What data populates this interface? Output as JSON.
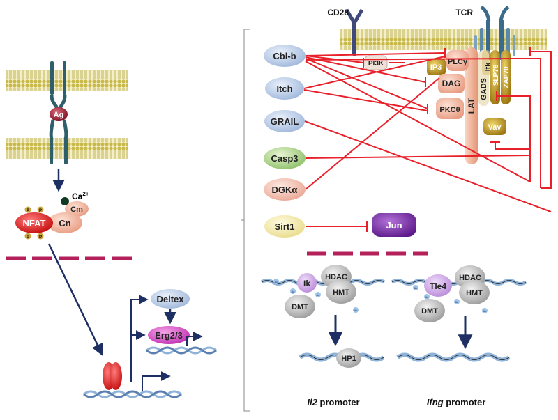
{
  "left_panel": {
    "antigen": "Ag",
    "calcium": "Ca",
    "calcium_charge": "2+",
    "calmodulin": "Cm",
    "calcineurin": "Cn",
    "nfat": "NFAT",
    "phospho": "P",
    "deltex": "Deltex",
    "erg": "Erg2/3"
  },
  "right_panel": {
    "receptors": {
      "cd28": "CD28",
      "tcr": "TCR"
    },
    "regulators": {
      "cblb": "Cbl-b",
      "itch": "Itch",
      "grail": "GRAIL",
      "casp3": "Casp3",
      "dgka": "DGKα",
      "sirt1": "Sirt1"
    },
    "signaling": {
      "pi3k": "PI3K",
      "ip3": "IP3",
      "plcg": "PLCγ",
      "dag": "DAG",
      "pkct": "PKCθ",
      "lat": "LAT",
      "gads": "GADS",
      "itk": "Itk",
      "slp76": "SLP76",
      "zap70": "ZAP70",
      "vav": "Vav",
      "jun": "Jun"
    },
    "chromatin": {
      "ik": "Ik",
      "tle4": "Tle4",
      "hdac": "HDAC",
      "hmt": "HMT",
      "dmt": "DMT",
      "hp1": "HP1",
      "ac": "Ac"
    },
    "promoters": {
      "il2_gene": "Il2",
      "ifng_gene": "Ifng",
      "suffix": " promoter"
    }
  },
  "colors": {
    "inhibition": "#e8202a",
    "membrane": "#c9b94a",
    "arrow": "#1e3063",
    "divider": "#b3205a"
  }
}
